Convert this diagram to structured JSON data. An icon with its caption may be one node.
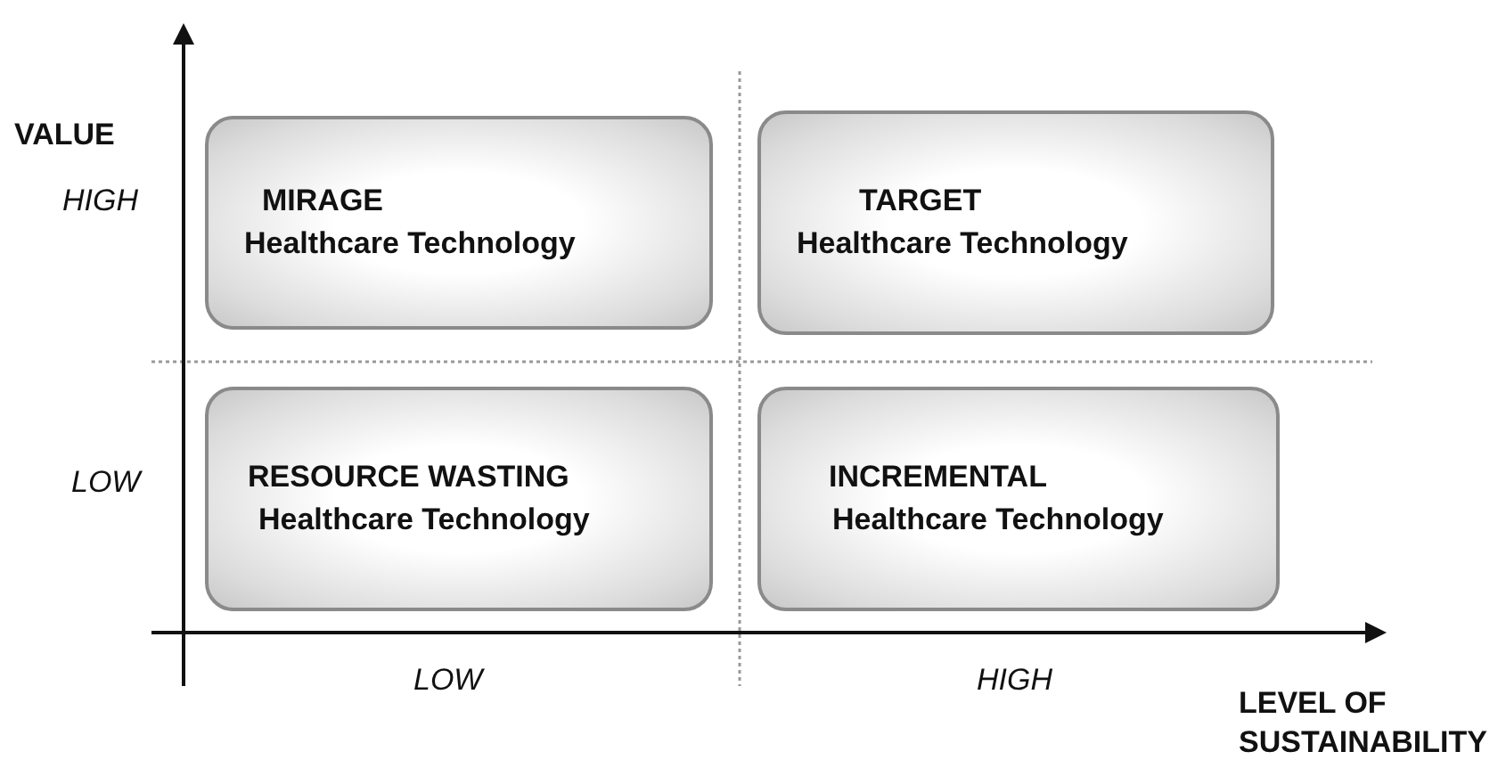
{
  "diagram": {
    "nodes": [
      {
        "text": [
          "MIRAGE",
          "Healthcare Technology"
        ]
      },
      {
        "text": [
          "TARGET",
          "Healthcare Technology"
        ]
      },
      {
        "text": [
          "RESOURCE WASTING",
          "Healthcare Technology"
        ]
      },
      {
        "text": [
          "INCREMENTAL",
          "Healthcare Technology"
        ]
      }
    ],
    "edges": [],
    "labels": [
      "VALUE",
      "HIGH",
      "LOW",
      "LOW",
      "HIGH",
      "LEVEL OF SUSTAINABILITY"
    ]
  }
}
